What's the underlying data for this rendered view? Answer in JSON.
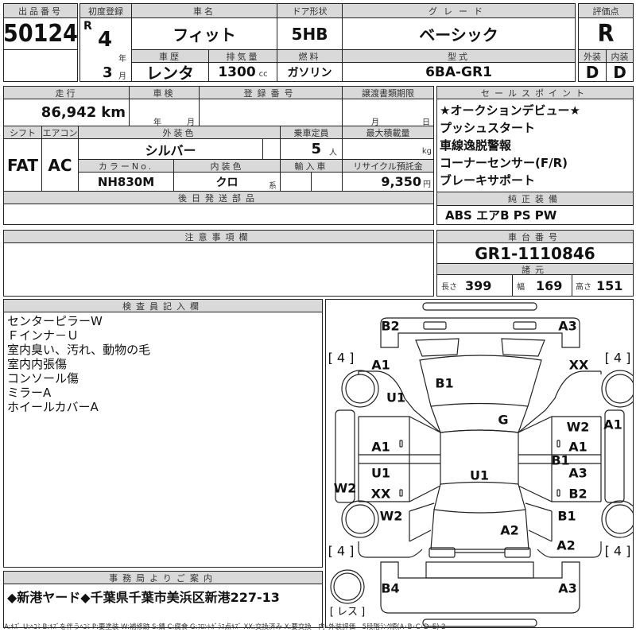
{
  "lot": {
    "label": "出品番号",
    "value": "50124"
  },
  "first_reg": {
    "label": "初度登録",
    "era": "R",
    "year": "4",
    "year_unit": "年",
    "month": "3",
    "month_unit": "月"
  },
  "car_name": {
    "label": "車名",
    "value": "フィット"
  },
  "door": {
    "label": "ドア形状",
    "value": "5HB"
  },
  "grade": {
    "label": "グレード",
    "value": "ベーシック"
  },
  "history": {
    "label": "車歴",
    "value": "レンタ"
  },
  "displacement": {
    "label": "排気量",
    "value": "1300",
    "unit": "cc"
  },
  "fuel": {
    "label": "燃料",
    "value": "ガソリン"
  },
  "model": {
    "label": "型式",
    "value": "6BA-GR1"
  },
  "score": {
    "label": "評価点",
    "value": "R",
    "ext_label": "外装",
    "int_label": "内装",
    "ext": "D",
    "int": "D"
  },
  "mileage": {
    "label": "走行",
    "value": "86,942",
    "unit": "km"
  },
  "inspection": {
    "label": "車検",
    "year_unit": "年",
    "month_unit": "月"
  },
  "reg_no": {
    "label": "登録番号"
  },
  "transfer": {
    "label": "譲渡書類期限",
    "month_unit": "月",
    "day_unit": "日"
  },
  "shift": {
    "label": "シフト",
    "value": "FAT"
  },
  "ac": {
    "label": "エアコン",
    "value": "AC"
  },
  "ext_color": {
    "label": "外装色",
    "value": "シルバー"
  },
  "capacity": {
    "label": "乗車定員",
    "value": "5",
    "unit": "人"
  },
  "max_load": {
    "label": "最大積載量",
    "unit": "kg"
  },
  "color_no": {
    "label": "カラーNo.",
    "value": "NH830M"
  },
  "int_color": {
    "label": "内装色",
    "value": "クロ",
    "unit": "系"
  },
  "import": {
    "label": "輸入車"
  },
  "recycle": {
    "label": "リサイクル預託金",
    "value": "9,350",
    "unit": "円"
  },
  "later_parts": {
    "label": "後日発送部品"
  },
  "sales_points": {
    "label": "セールスポイント",
    "items": [
      "★オークションデビュー★",
      "プッシュスタート",
      "車線逸脱警報",
      "コーナーセンサー(F/R)",
      "ブレーキサポート"
    ]
  },
  "equipment": {
    "label": "純正装備",
    "value": "ABS エアB PS PW"
  },
  "chassis": {
    "label": "車台番号",
    "value": "GR1-1110846"
  },
  "specs": {
    "label": "諸元",
    "length_label": "長さ",
    "length": "399",
    "width_label": "幅",
    "width": "169",
    "height_label": "高さ",
    "height": "151"
  },
  "notes": {
    "label": "注意事項欄"
  },
  "inspector": {
    "label": "検査員記入欄",
    "items": [
      "センターピラーW",
      "Ｆインナ－Ｕ",
      "室内臭い、汚れ、動物の毛",
      "室内内張傷",
      "コンソール傷",
      "ミラーA",
      "ホイールカバーA"
    ]
  },
  "office": {
    "label": "事務局よりご案内",
    "value": "◆新港ヤード◆千葉県千葉市美浜区新港227-13"
  },
  "diagram": {
    "tires": [
      "[ 4 ]",
      "[ 4 ]",
      "[ 4 ]",
      "[ 4 ]"
    ],
    "spare": "[ レス ]",
    "marks": [
      "B2",
      "A3",
      "A1",
      "XX",
      "B1",
      "U1",
      "G",
      "W2",
      "A1",
      "A1",
      "A1",
      "B1",
      "U1",
      "U1",
      "A3",
      "W2",
      "XX",
      "B2",
      "W2",
      "B1",
      "A2",
      "A2",
      "B4",
      "A3"
    ]
  },
  "legend": "A:ｷｽﾞ U:ﾍｺﾐ B:ｷｽﾞを伴うﾍｺﾐ P:要塗装 W:補修跡 S:錆 C:腐食 G:ﾌﾛﾝﾄｶﾞﾗｽ点ｷｽﾞ XX:交換済み X:要交換　内･外装評価　5段階ﾗﾝｸ順(A･B･C･D･E) 2"
}
